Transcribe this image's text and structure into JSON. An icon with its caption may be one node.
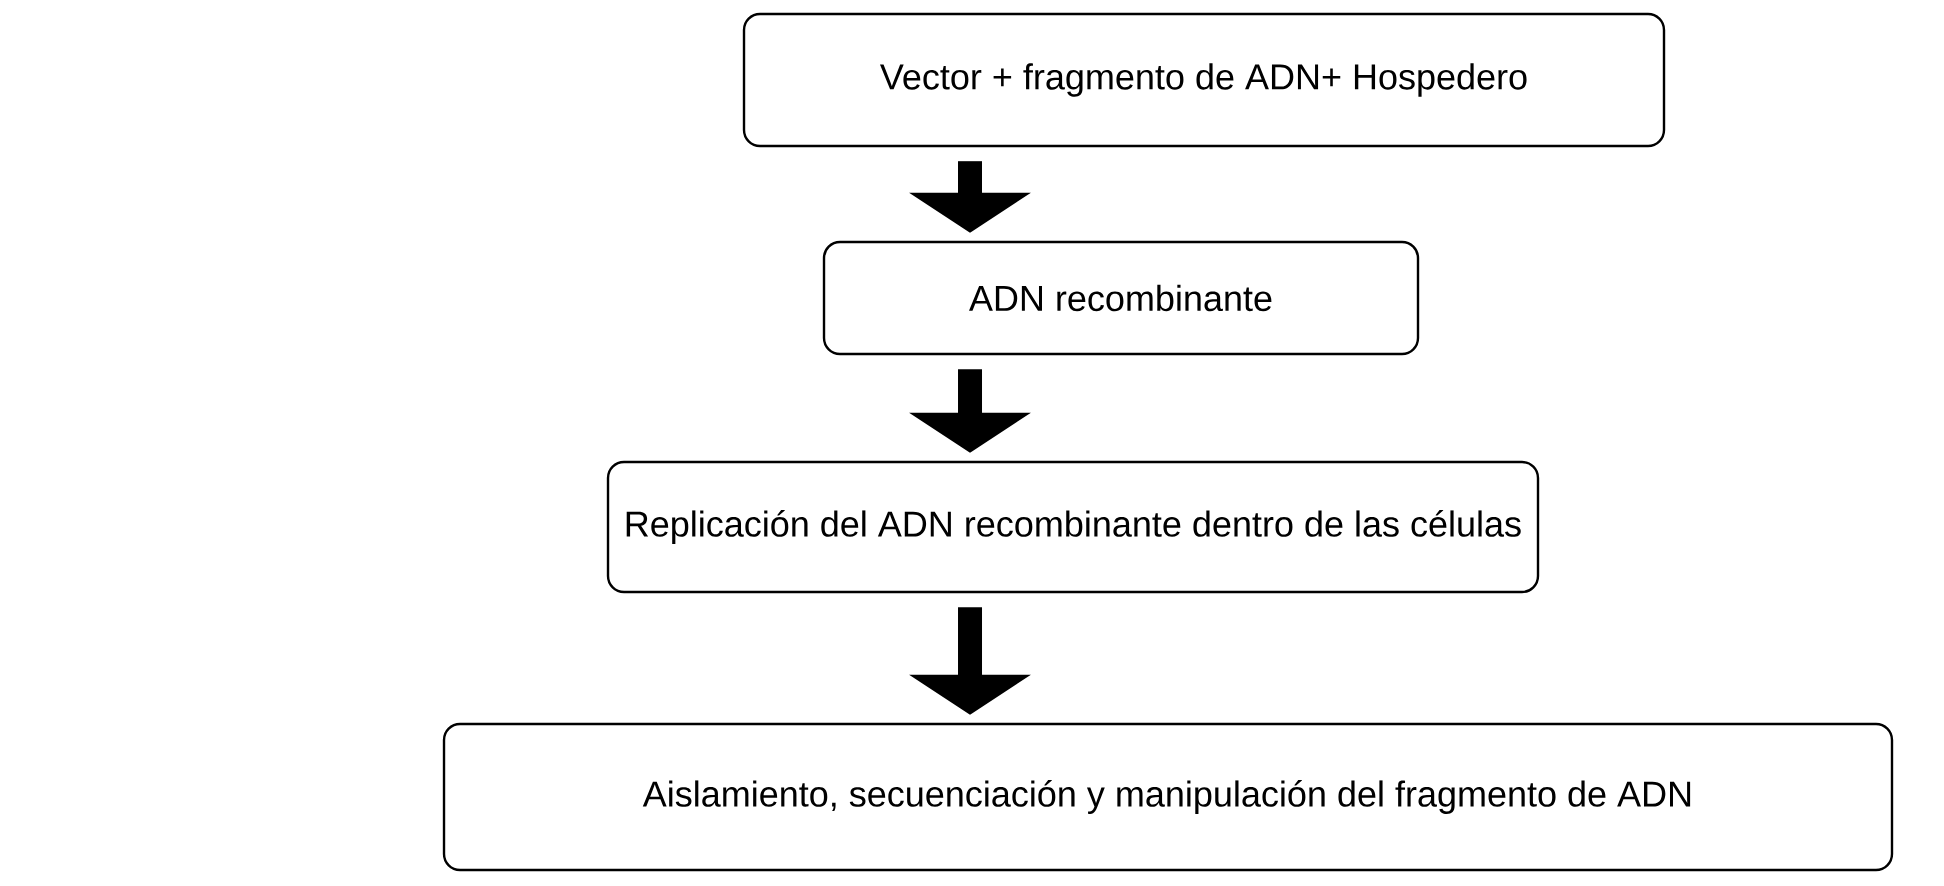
{
  "diagram": {
    "nodes": [
      {
        "text": [
          "Vector + fragmento de ADN+ Hospedero"
        ]
      },
      {
        "text": [
          "ADN recombinante"
        ]
      },
      {
        "text": [
          "Replicación del ADN recombinante dentro de las células"
        ]
      },
      {
        "text": [
          "Aislamiento, secuenciación y manipulación del fragmento de ADN"
        ]
      }
    ],
    "edges": [
      {
        "from": 0,
        "to": 1,
        "arrow": "to"
      },
      {
        "from": 1,
        "to": 2,
        "arrow": "to"
      },
      {
        "from": 2,
        "to": 3,
        "arrow": "to"
      }
    ]
  }
}
